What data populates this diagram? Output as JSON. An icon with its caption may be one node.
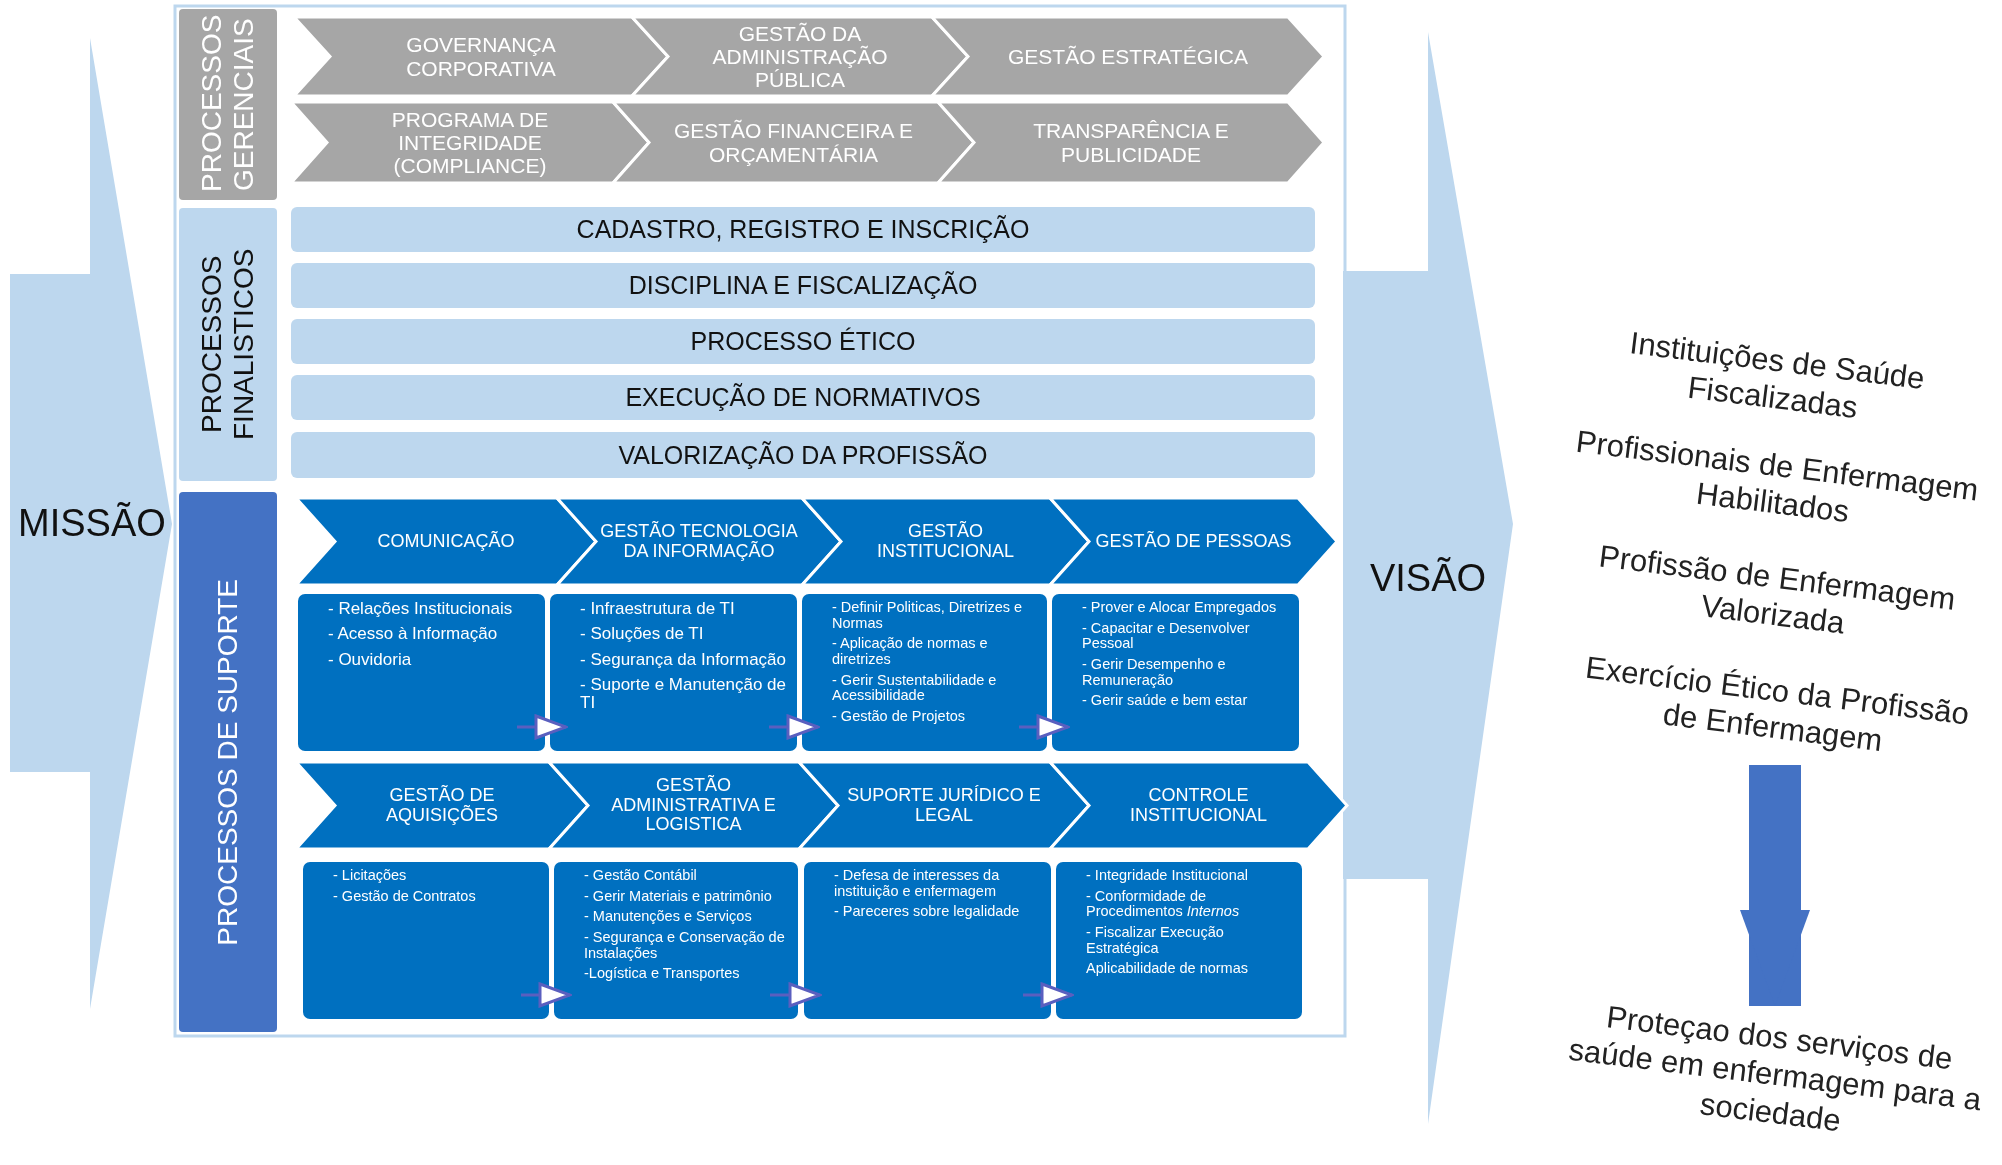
{
  "diagram": {
    "nodes": [
      {
        "text": [
          "MISSÃO"
        ]
      },
      {
        "text": [
          "PROCESSOS GERENCIAIS"
        ]
      },
      {
        "text": [
          "GOVERNANÇA CORPORATIVA"
        ]
      },
      {
        "text": [
          "GESTÃO DA ADMINISTRAÇÃO PÚBLICA"
        ]
      },
      {
        "text": [
          "GESTÃO ESTRATÉGICA"
        ]
      },
      {
        "text": [
          "PROGRAMA DE INTEGRIDADE (COMPLIANCE)"
        ]
      },
      {
        "text": [
          "GESTÃO FINANCEIRA E ORÇAMENTÁRIA"
        ]
      },
      {
        "text": [
          "TRANSPARÊNCIA E PUBLICIDADE"
        ]
      },
      {
        "text": [
          "PROCESSOS FINALISTICOS"
        ]
      },
      {
        "text": [
          "CADASTRO, REGISTRO E INSCRIÇÃO"
        ]
      },
      {
        "text": [
          "DISCIPLINA E FISCALIZAÇÃO"
        ]
      },
      {
        "text": [
          "PROCESSO ÉTICO"
        ]
      },
      {
        "text": [
          "EXECUÇÃO DE NORMATIVOS"
        ]
      },
      {
        "text": [
          "VALORIZAÇÃO DA PROFISSÃO"
        ]
      },
      {
        "text": [
          "PROCESSOS DE SUPORTE"
        ]
      },
      {
        "text": [
          "COMUNICAÇÃO"
        ]
      },
      {
        "text": [
          "GESTÃO TECNOLOGIA DA INFORMAÇÃO"
        ]
      },
      {
        "text": [
          "GESTÃO INSTITUCIONAL"
        ]
      },
      {
        "text": [
          "GESTÃO DE PESSOAS"
        ]
      },
      {
        "text": [
          "- Relações Institucionais",
          "- Acesso à Informação",
          "- Ouvidoria"
        ]
      },
      {
        "text": [
          "- Infraestrutura de TI",
          "- Soluções de TI",
          "- Segurança da Informação",
          "- Suporte e Manutenção de TI"
        ]
      },
      {
        "text": [
          "- Definir Politicas, Diretrizes e Normas",
          "- Aplicação de normas e diretrizes",
          "- Gerir Sustentabilidade e Acessibilidade",
          "- Gestão de Projetos"
        ]
      },
      {
        "text": [
          "- Prover e Alocar Empregados",
          "- Capacitar e Desenvolver Pessoal",
          "- Gerir Desempenho e Remuneração",
          "- Gerir saúde e bem estar"
        ]
      },
      {
        "text": [
          "GESTÃO DE AQUISIÇÕES"
        ]
      },
      {
        "text": [
          "GESTÃO ADMINISTRATIVA E LOGISTICA"
        ]
      },
      {
        "text": [
          "SUPORTE JURÍDICO E LEGAL"
        ]
      },
      {
        "text": [
          "CONTROLE INSTITUCIONAL"
        ]
      },
      {
        "text": [
          "- Licitações",
          "- Gestão de Contratos"
        ]
      },
      {
        "text": [
          "- Gestão Contábil",
          "- Gerir Materiais e patrimônio",
          "- Manutenções e Serviços",
          "- Segurança e Conservação de Instalações",
          "-Logística e Transportes"
        ]
      },
      {
        "text": [
          "- Defesa de interesses da instituição e enfermagem",
          "- Pareceres sobre legalidade"
        ]
      },
      {
        "text": [
          "- Integridade Institucional",
          "- Conformidade de Procedimentos *Internos*",
          "- Fiscalizar Execução Estratégica",
          "Aplicabilidade de normas"
        ]
      },
      {
        "text": [
          "VISÃO"
        ]
      },
      {
        "text": [
          "Instituições de Saúde Fiscalizadas"
        ]
      },
      {
        "text": [
          "Profissionais de Enfermagem Habilitados"
        ]
      },
      {
        "text": [
          "Profissão de Enfermagem Valorizada"
        ]
      },
      {
        "text": [
          "Exercício Ético da Profissão de Enfermagem"
        ]
      },
      {
        "text": [
          "Proteçao dos serviços de saúde em enfermagem para a sociedade"
        ]
      }
    ],
    "edges": [
      {
        "from": 19,
        "to": 20,
        "arrow": "to"
      },
      {
        "from": 20,
        "to": 21,
        "arrow": "to"
      },
      {
        "from": 21,
        "to": 22,
        "arrow": "to"
      },
      {
        "from": 27,
        "to": 28,
        "arrow": "to"
      },
      {
        "from": 28,
        "to": 29,
        "arrow": "to"
      },
      {
        "from": 29,
        "to": 30,
        "arrow": "to"
      },
      {
        "from": 35,
        "to": 36,
        "arrow": "to",
        "style": "thick",
        "color": "#4472c4"
      }
    ]
  }
}
